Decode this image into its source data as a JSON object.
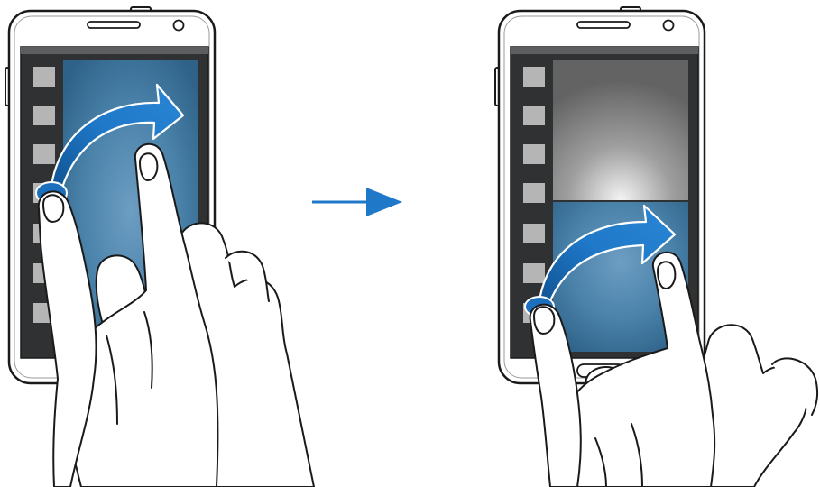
{
  "diagram": {
    "steps": [
      {
        "id": "step-1",
        "gesture": "drag-app-from-tray-to-screen",
        "screen_colors": {
          "top": "#41799f",
          "bottom": "#41799f"
        }
      },
      {
        "id": "step-2",
        "gesture": "drag-app-to-lower-split-screen",
        "screen_colors": {
          "top": "#8a8a8a",
          "bottom": "#41799f"
        }
      }
    ],
    "transition_arrow": {
      "color": "#1f78c8"
    },
    "colors": {
      "accent_blue": "#1b6fbd",
      "screen_blue": "#41799f",
      "tray_dark": "#2f3132",
      "tray_tile": "#b5b5b5",
      "outline": "#1a1a1a"
    },
    "icons": [
      "phone-icon",
      "hand-icon",
      "swipe-arrow-icon",
      "next-step-arrow-icon"
    ]
  }
}
